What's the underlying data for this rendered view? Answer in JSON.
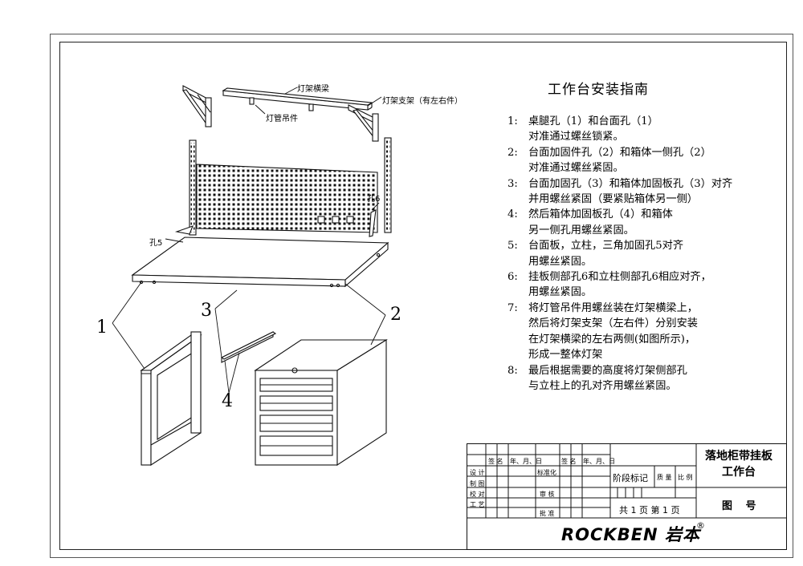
{
  "title": "工作台安装指南",
  "steps": [
    {
      "num": "1:",
      "lines": [
        "桌腿孔（1）和台面孔（1）",
        "对准通过螺丝锁紧。"
      ]
    },
    {
      "num": "2:",
      "lines": [
        "台面加固件孔（2）和箱体一侧孔（2）",
        "对准通过螺丝紧固。"
      ]
    },
    {
      "num": "3:",
      "lines": [
        "台面加固孔（3）和箱体加固板孔（3）对齐",
        "并用螺丝紧固（要紧贴箱体另一侧）"
      ]
    },
    {
      "num": "4:",
      "lines": [
        "然后箱体加固板孔（4）和箱体",
        "另一侧孔用螺丝紧固。"
      ]
    },
    {
      "num": "5:",
      "lines": [
        "台面板，立柱，三角加固孔5对齐",
        "用螺丝紧固。"
      ]
    },
    {
      "num": "6:",
      "lines": [
        "挂板侧部孔6和立柱侧部孔6相应对齐，",
        "用螺丝紧固。"
      ]
    },
    {
      "num": "7:",
      "lines": [
        "将灯管吊件用螺丝装在灯架横梁上，",
        "然后将灯架支架（左右件）分别安装",
        "在灯架横梁的左右两侧(如图所示)，",
        "形成一整体灯架"
      ]
    },
    {
      "num": "8:",
      "lines": [
        "最后根据需要的高度将灯架侧部孔",
        "与立柱上的孔对齐用螺丝紧固。"
      ]
    }
  ],
  "callouts": {
    "beam": "灯架横梁",
    "bracket": "灯架支架（有左右件）",
    "hanger": "灯管吊件",
    "hole6": "孔6",
    "hole5": "孔5",
    "n1": "1",
    "n2": "2",
    "n3": "3",
    "n4": "4"
  },
  "title_block": {
    "sign": "签 名",
    "date": "年、月、日",
    "sign2": "签 名",
    "date2": "年、月、日",
    "design": "设 计",
    "standard": "标准化",
    "drawing": "制 图",
    "check": "校 对",
    "review": "审 核",
    "process": "工 艺",
    "approve": "批 准",
    "stage_mark": "阶段标记",
    "weight": "质 量",
    "scale": "比 例",
    "pages": "共 1 页  第 1 页",
    "product_name": [
      "落地柜带挂板",
      "工作台"
    ],
    "drawing_no": "图 号",
    "brand": "ROCKBEN 岩本",
    "reg_mark": "®"
  }
}
